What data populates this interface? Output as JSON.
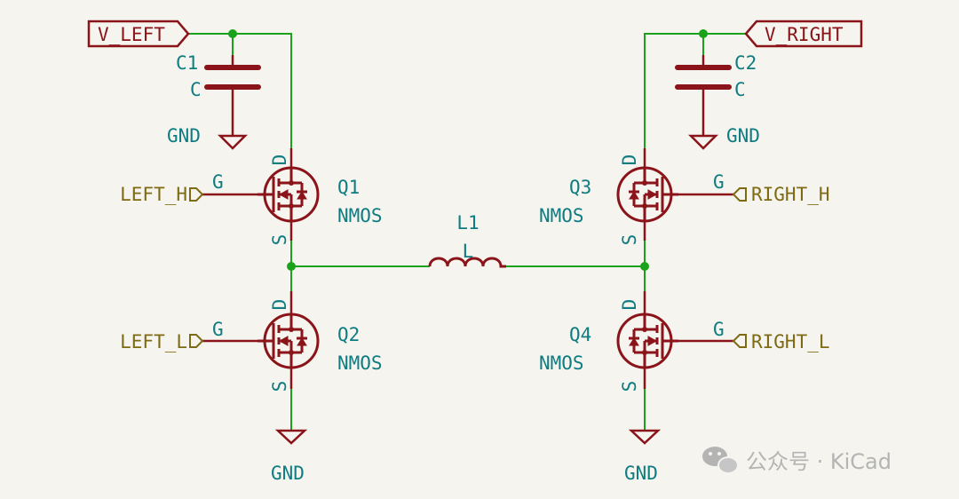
{
  "colors": {
    "background": "#f5f4ef",
    "wire": "#1aa31a",
    "component": "#8a1419",
    "component_text": "#0e7c80",
    "net_label": "#7d6a12",
    "watermark": "#b4b4b4"
  },
  "power_ports": {
    "v_left": "V_LEFT",
    "v_right": "V_RIGHT"
  },
  "ground_labels": {
    "c1": "GND",
    "c2": "GND",
    "q2": "GND",
    "q4": "GND"
  },
  "capacitors": [
    {
      "ref": "C1",
      "value": "C"
    },
    {
      "ref": "C2",
      "value": "C"
    }
  ],
  "transistors": [
    {
      "ref": "Q1",
      "value": "NMOS",
      "gate": "G",
      "drain": "D",
      "source": "S"
    },
    {
      "ref": "Q2",
      "value": "NMOS",
      "gate": "G",
      "drain": "D",
      "source": "S"
    },
    {
      "ref": "Q3",
      "value": "NMOS",
      "gate": "G",
      "drain": "D",
      "source": "S"
    },
    {
      "ref": "Q4",
      "value": "NMOS",
      "gate": "G",
      "drain": "D",
      "source": "S"
    }
  ],
  "inductor": {
    "ref": "L1",
    "value": "L"
  },
  "net_labels": {
    "left_h": "LEFT_H",
    "left_l": "LEFT_L",
    "right_h": "RIGHT_H",
    "right_l": "RIGHT_L"
  },
  "watermark": {
    "text": "公众号 · KiCad",
    "icon": "wechat-icon"
  }
}
